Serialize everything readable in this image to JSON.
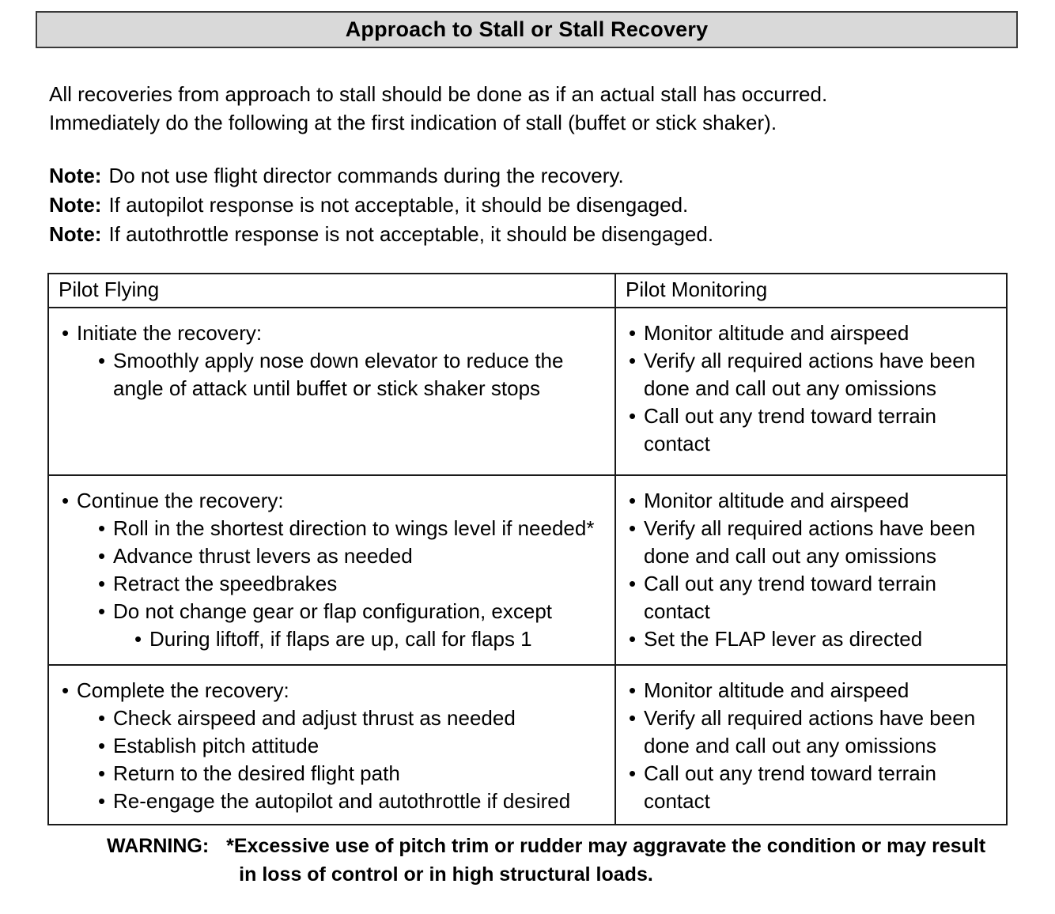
{
  "page": {
    "title": "Approach to Stall or Stall Recovery",
    "intro_lines": [
      "All recoveries from approach to stall should be done as if an actual stall has occurred.",
      "Immediately do the following at the first indication of stall (buffet or stick shaker)."
    ],
    "notes": [
      {
        "label": "Note:",
        "text": "Do not use flight director commands during the recovery."
      },
      {
        "label": "Note:",
        "text": "If autopilot response is not acceptable, it should be disengaged."
      },
      {
        "label": "Note:",
        "text": "If autothrottle response is not acceptable, it should be disengaged."
      }
    ],
    "table": {
      "headers": [
        "Pilot Flying",
        "Pilot Monitoring"
      ],
      "rows": [
        {
          "pilot_flying": [
            {
              "level": 1,
              "text": "Initiate the recovery:"
            },
            {
              "level": 2,
              "text": "Smoothly apply nose down elevator to reduce the angle of attack until buffet or stick shaker stops"
            }
          ],
          "pilot_monitoring": [
            {
              "level": 1,
              "text": "Monitor altitude and airspeed"
            },
            {
              "level": 1,
              "text": "Verify all required actions have been done and call out any omissions"
            },
            {
              "level": 1,
              "text": "Call out any trend toward terrain contact"
            }
          ]
        },
        {
          "pilot_flying": [
            {
              "level": 1,
              "text": "Continue the recovery:"
            },
            {
              "level": 2,
              "text": "Roll in the shortest direction to wings level if needed*"
            },
            {
              "level": 2,
              "text": "Advance thrust levers as needed"
            },
            {
              "level": 2,
              "text": "Retract the speedbrakes"
            },
            {
              "level": 2,
              "text": "Do not change gear or flap configuration, except"
            },
            {
              "level": 3,
              "text": "During liftoff, if flaps are up, call for flaps 1"
            }
          ],
          "pilot_monitoring": [
            {
              "level": 1,
              "text": "Monitor altitude and airspeed"
            },
            {
              "level": 1,
              "text": "Verify all required actions have been done and call out any omissions"
            },
            {
              "level": 1,
              "text": "Call out any trend toward terrain contact"
            },
            {
              "level": 1,
              "text": "Set the FLAP lever as directed"
            }
          ]
        },
        {
          "pilot_flying": [
            {
              "level": 1,
              "text": "Complete the recovery:"
            },
            {
              "level": 2,
              "text": "Check airspeed and adjust thrust as needed"
            },
            {
              "level": 2,
              "text": "Establish pitch attitude"
            },
            {
              "level": 2,
              "text": "Return to the desired flight path"
            },
            {
              "level": 2,
              "text": "Re-engage the autopilot and autothrottle if desired"
            }
          ],
          "pilot_monitoring": [
            {
              "level": 1,
              "text": "Monitor altitude and airspeed"
            },
            {
              "level": 1,
              "text": "Verify all required actions have been done and call out any omissions"
            },
            {
              "level": 1,
              "text": "Call out any trend toward terrain contact"
            }
          ]
        }
      ]
    },
    "warning": {
      "label": "WARNING:",
      "lines": [
        "*Excessive use of pitch trim or rudder may aggravate the condition or may result",
        "in loss of control or in high structural loads."
      ]
    },
    "colors": {
      "title_bg": "#d9d9d9",
      "border": "#1a1a1a",
      "text": "#000000"
    }
  }
}
